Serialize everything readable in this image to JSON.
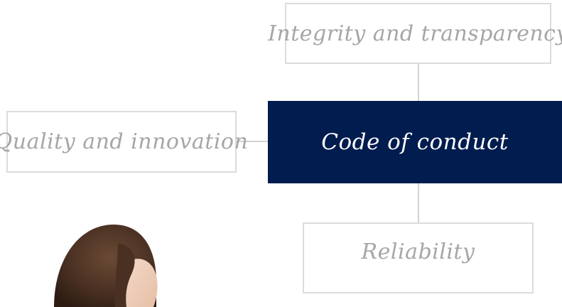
{
  "diagram": {
    "center": {
      "label": "Code of conduct"
    },
    "top": {
      "label": "Integrity and transparency"
    },
    "left": {
      "label": "Quality and innovation"
    },
    "bottom": {
      "label": "Reliability"
    }
  },
  "colors": {
    "center_fill": "#011c4f",
    "center_text": "#ffffff",
    "node_border": "#dcdcdc",
    "node_text": "#a6a6a6",
    "connector": "#d3d3d3"
  }
}
